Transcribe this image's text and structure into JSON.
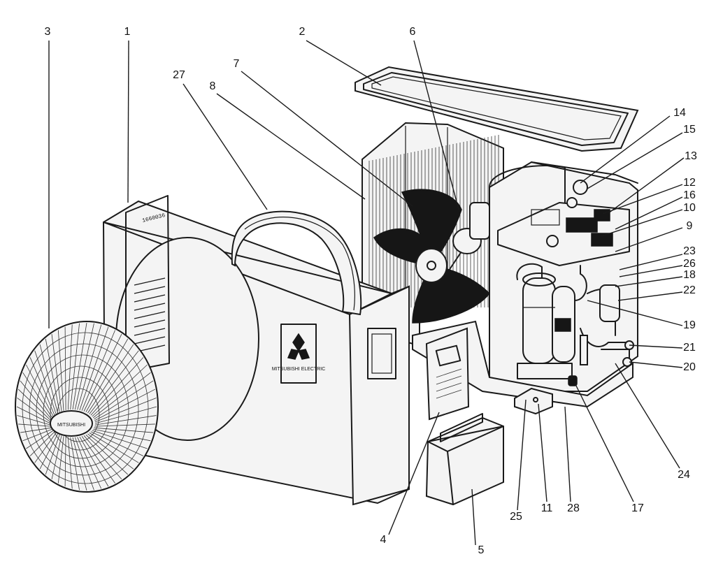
{
  "callouts": [
    {
      "n": "1"
    },
    {
      "n": "2"
    },
    {
      "n": "3"
    },
    {
      "n": "4"
    },
    {
      "n": "5"
    },
    {
      "n": "6"
    },
    {
      "n": "7"
    },
    {
      "n": "8"
    },
    {
      "n": "9"
    },
    {
      "n": "10"
    },
    {
      "n": "11"
    },
    {
      "n": "12"
    },
    {
      "n": "13"
    },
    {
      "n": "14"
    },
    {
      "n": "15"
    },
    {
      "n": "16"
    },
    {
      "n": "17"
    },
    {
      "n": "18"
    },
    {
      "n": "19"
    },
    {
      "n": "20"
    },
    {
      "n": "21"
    },
    {
      "n": "22"
    },
    {
      "n": "23"
    },
    {
      "n": "24"
    },
    {
      "n": "25"
    },
    {
      "n": "26"
    },
    {
      "n": "27"
    },
    {
      "n": "28"
    }
  ],
  "brand_label": "MITSUBISHI ELECTRIC",
  "panel_code": "1660036",
  "grille_badge": "MITSUBISHI"
}
